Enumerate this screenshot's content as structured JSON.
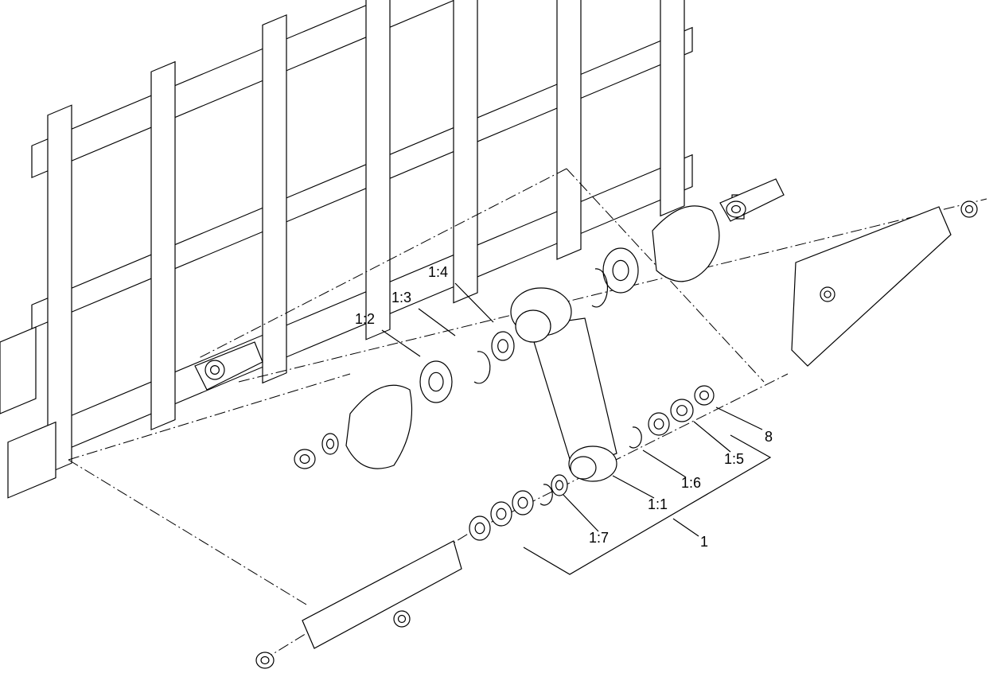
{
  "diagram": {
    "line_color": "#000000",
    "background": "#ffffff",
    "callouts": [
      {
        "id": "c12",
        "text": "1:2"
      },
      {
        "id": "c13",
        "text": "1:3"
      },
      {
        "id": "c14",
        "text": "1:4"
      },
      {
        "id": "c8",
        "text": "8"
      },
      {
        "id": "c15",
        "text": "1:5"
      },
      {
        "id": "c16",
        "text": "1:6"
      },
      {
        "id": "c11",
        "text": "1:1"
      },
      {
        "id": "c17",
        "text": "1:7"
      },
      {
        "id": "c1",
        "text": "1"
      }
    ]
  }
}
